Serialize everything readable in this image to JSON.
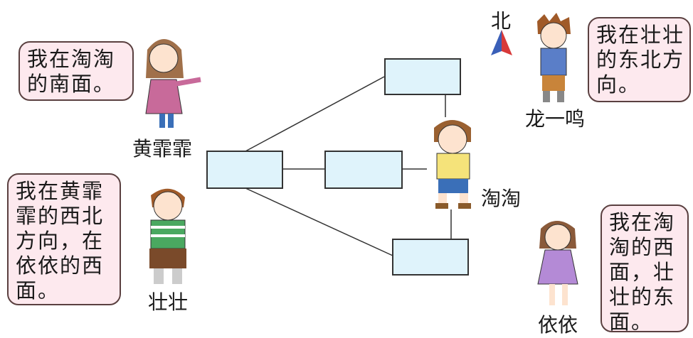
{
  "compass": {
    "north_label": "北",
    "icon": "north-arrow-icon"
  },
  "speech": {
    "huang": [
      "我在淘淘",
      "的南面。"
    ],
    "long": [
      "我在壮壮",
      "的东北方",
      "向。"
    ],
    "zhuang": [
      "我在黄霏",
      "霏的西北",
      "方向，在",
      "依依的西",
      "面。"
    ],
    "yi": [
      "我在淘",
      "淘的西",
      "面，壮",
      "壮的东",
      "面。"
    ]
  },
  "names": {
    "huang": "黄霏霏",
    "long": "龙一鸣",
    "taotao": "淘淘",
    "zhuang": "壮壮",
    "yi": "依依"
  },
  "colors": {
    "bubble_fill": "#fde9ee",
    "box_fill": "#dff3fb"
  }
}
